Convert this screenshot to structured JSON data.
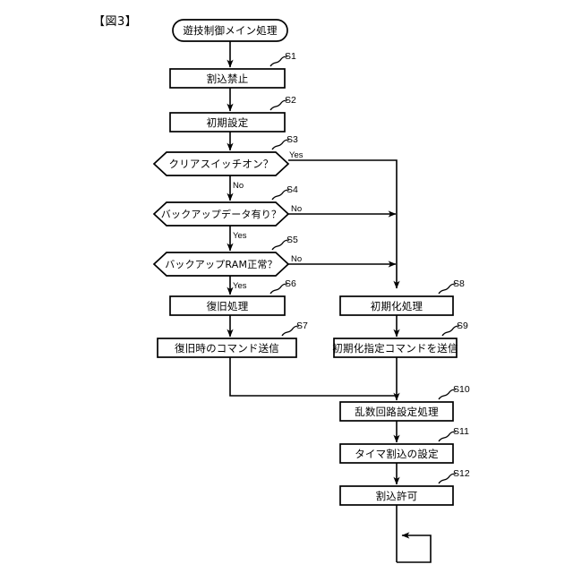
{
  "figure": {
    "label": "【図3】",
    "type": "flowchart"
  },
  "nodes": {
    "start": {
      "text": "遊技制御メイン処理",
      "shape": "terminator",
      "tag": ""
    },
    "s1": {
      "text": "割込禁止",
      "shape": "process",
      "tag": "S1"
    },
    "s2": {
      "text": "初期設定",
      "shape": "process",
      "tag": "S2"
    },
    "s3": {
      "text": "クリアスイッチオン？",
      "shape": "decision",
      "tag": "S3"
    },
    "s4": {
      "text": "バックアップデータ有り？",
      "shape": "decision",
      "tag": "S4"
    },
    "s5": {
      "text": "バックアップRAM正常？",
      "shape": "decision",
      "tag": "S5"
    },
    "s6": {
      "text": "復旧処理",
      "shape": "process",
      "tag": "S6"
    },
    "s7": {
      "text": "復旧時のコマンド送信",
      "shape": "process",
      "tag": "S7"
    },
    "s8": {
      "text": "初期化処理",
      "shape": "process",
      "tag": "S8"
    },
    "s9": {
      "text": "初期化指定コマンドを送信",
      "shape": "process",
      "tag": "S9"
    },
    "s10": {
      "text": "乱数回路設定処理",
      "shape": "process",
      "tag": "S10"
    },
    "s11": {
      "text": "タイマ割込の設定",
      "shape": "process",
      "tag": "S11"
    },
    "s12": {
      "text": "割込許可",
      "shape": "process",
      "tag": "S12"
    }
  },
  "branches": {
    "s3_yes": "Yes",
    "s3_no": "No",
    "s4_no": "No",
    "s4_yes": "Yes",
    "s5_no": "No",
    "s5_yes": "Yes"
  },
  "colors": {
    "stroke": "#000000",
    "fill": "#ffffff",
    "background": "#ffffff"
  }
}
